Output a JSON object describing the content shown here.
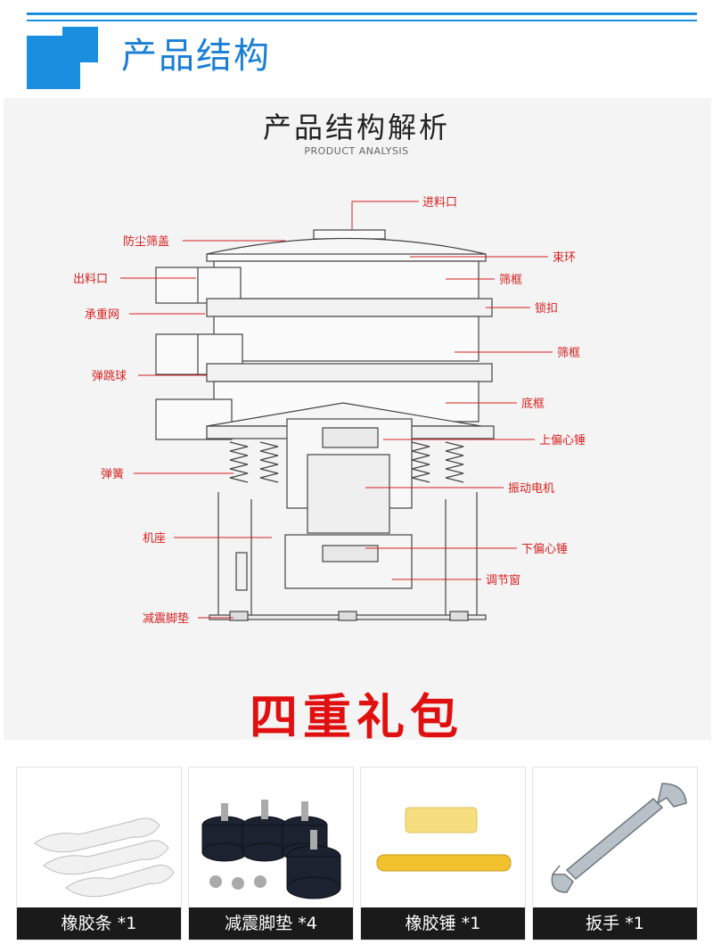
{
  "header": {
    "title": "产品结构"
  },
  "diagram": {
    "title": "产品结构解析",
    "subtitle": "PRODUCT ANALYSIS",
    "labels": {
      "inlet": "进料口",
      "dust_cover": "防尘筛盖",
      "clamp_ring": "束环",
      "outlet": "出料口",
      "screen_frame_1": "筛框",
      "bearing_mesh": "承重网",
      "lock_buckle": "锁扣",
      "screen_frame_2": "筛框",
      "bounce_ball": "弹跳球",
      "base_frame": "底框",
      "upper_weight": "上偏心锤",
      "spring": "弹簧",
      "vibration_motor": "振动电机",
      "machine_base": "机座",
      "lower_weight": "下偏心锤",
      "adjust_window": "调节窗",
      "damping_pad": "减震脚垫"
    }
  },
  "gift": {
    "title": "四重礼包",
    "items": [
      {
        "caption": "橡胶条 *1",
        "icon": "rubber-strip-icon"
      },
      {
        "caption": "减震脚垫 *4",
        "icon": "damping-pad-icon"
      },
      {
        "caption": "橡胶锤 *1",
        "icon": "rubber-hammer-icon"
      },
      {
        "caption": "扳手 *1",
        "icon": "wrench-icon"
      }
    ]
  },
  "colors": {
    "brand_blue": "#1a8fe0",
    "label_red": "#d61f1f",
    "gift_red": "#e11010"
  }
}
